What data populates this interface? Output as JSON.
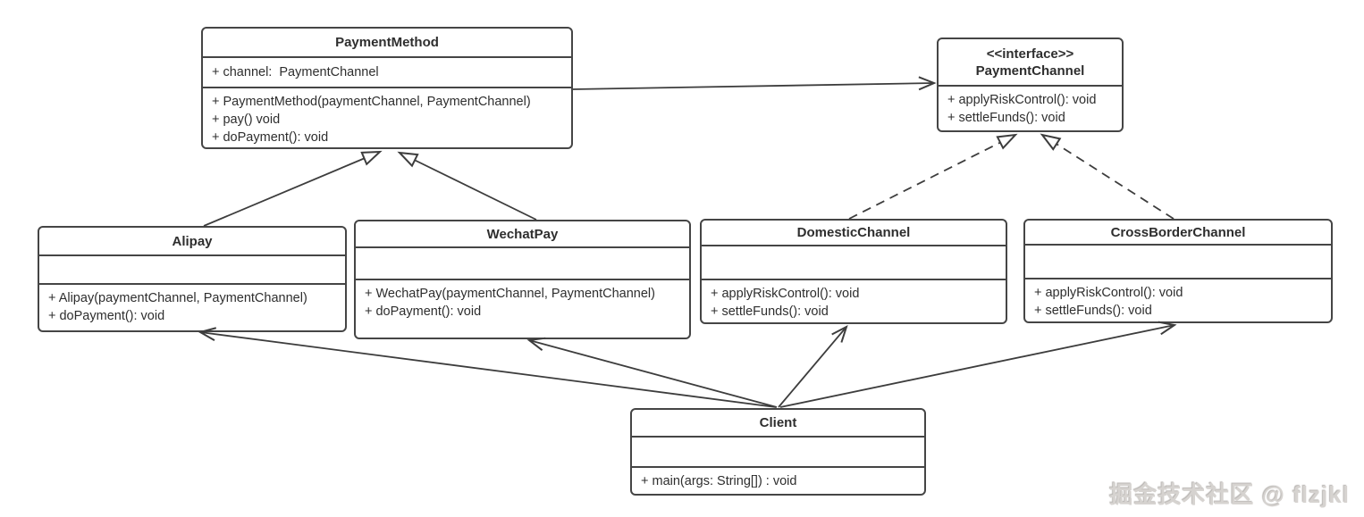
{
  "diagram": {
    "type": "uml-class-diagram",
    "watermark": "掘金技术社区 @ flzjkl",
    "line_color": "#3d3d3d",
    "box_border_color": "#454545",
    "box_fill_color": "#ffffff"
  },
  "classes": {
    "payment_method": {
      "name": "PaymentMethod",
      "attributes": [
        "+ channel:  PaymentChannel"
      ],
      "methods": [
        "+ PaymentMethod(paymentChannel, PaymentChannel)",
        "+ pay() void",
        "+ doPayment(): void"
      ]
    },
    "payment_channel": {
      "stereotype": "<<interface>>",
      "name": "PaymentChannel",
      "attributes": [],
      "methods": [
        "+ applyRiskControl(): void",
        "+ settleFunds(): void"
      ]
    },
    "alipay": {
      "name": "Alipay",
      "attributes": [],
      "methods": [
        "+ Alipay(paymentChannel, PaymentChannel)",
        "+ doPayment(): void"
      ]
    },
    "wechat_pay": {
      "name": "WechatPay",
      "attributes": [],
      "methods": [
        "+ WechatPay(paymentChannel, PaymentChannel)",
        "+ doPayment(): void"
      ]
    },
    "domestic_channel": {
      "name": "DomesticChannel",
      "attributes": [],
      "methods": [
        "+ applyRiskControl(): void",
        "+ settleFunds(): void"
      ]
    },
    "cross_border_channel": {
      "name": "CrossBorderChannel",
      "attributes": [],
      "methods": [
        "+ applyRiskControl(): void",
        "+ settleFunds(): void"
      ]
    },
    "client": {
      "name": "Client",
      "attributes": [],
      "methods": [
        "+ main(args: String[]) : void"
      ]
    }
  },
  "relationships": [
    {
      "from": "PaymentMethod",
      "to": "PaymentChannel",
      "type": "association",
      "line": "solid",
      "arrowhead": "open"
    },
    {
      "from": "Alipay",
      "to": "PaymentMethod",
      "type": "generalization",
      "line": "solid",
      "arrowhead": "hollow-triangle"
    },
    {
      "from": "WechatPay",
      "to": "PaymentMethod",
      "type": "generalization",
      "line": "solid",
      "arrowhead": "hollow-triangle"
    },
    {
      "from": "DomesticChannel",
      "to": "PaymentChannel",
      "type": "realization",
      "line": "dashed",
      "arrowhead": "hollow-triangle"
    },
    {
      "from": "CrossBorderChannel",
      "to": "PaymentChannel",
      "type": "realization",
      "line": "dashed",
      "arrowhead": "hollow-triangle"
    },
    {
      "from": "Client",
      "to": "Alipay",
      "type": "association",
      "line": "solid",
      "arrowhead": "open"
    },
    {
      "from": "Client",
      "to": "WechatPay",
      "type": "association",
      "line": "solid",
      "arrowhead": "open"
    },
    {
      "from": "Client",
      "to": "DomesticChannel",
      "type": "association",
      "line": "solid",
      "arrowhead": "open"
    },
    {
      "from": "Client",
      "to": "CrossBorderChannel",
      "type": "association",
      "line": "solid",
      "arrowhead": "open"
    }
  ]
}
